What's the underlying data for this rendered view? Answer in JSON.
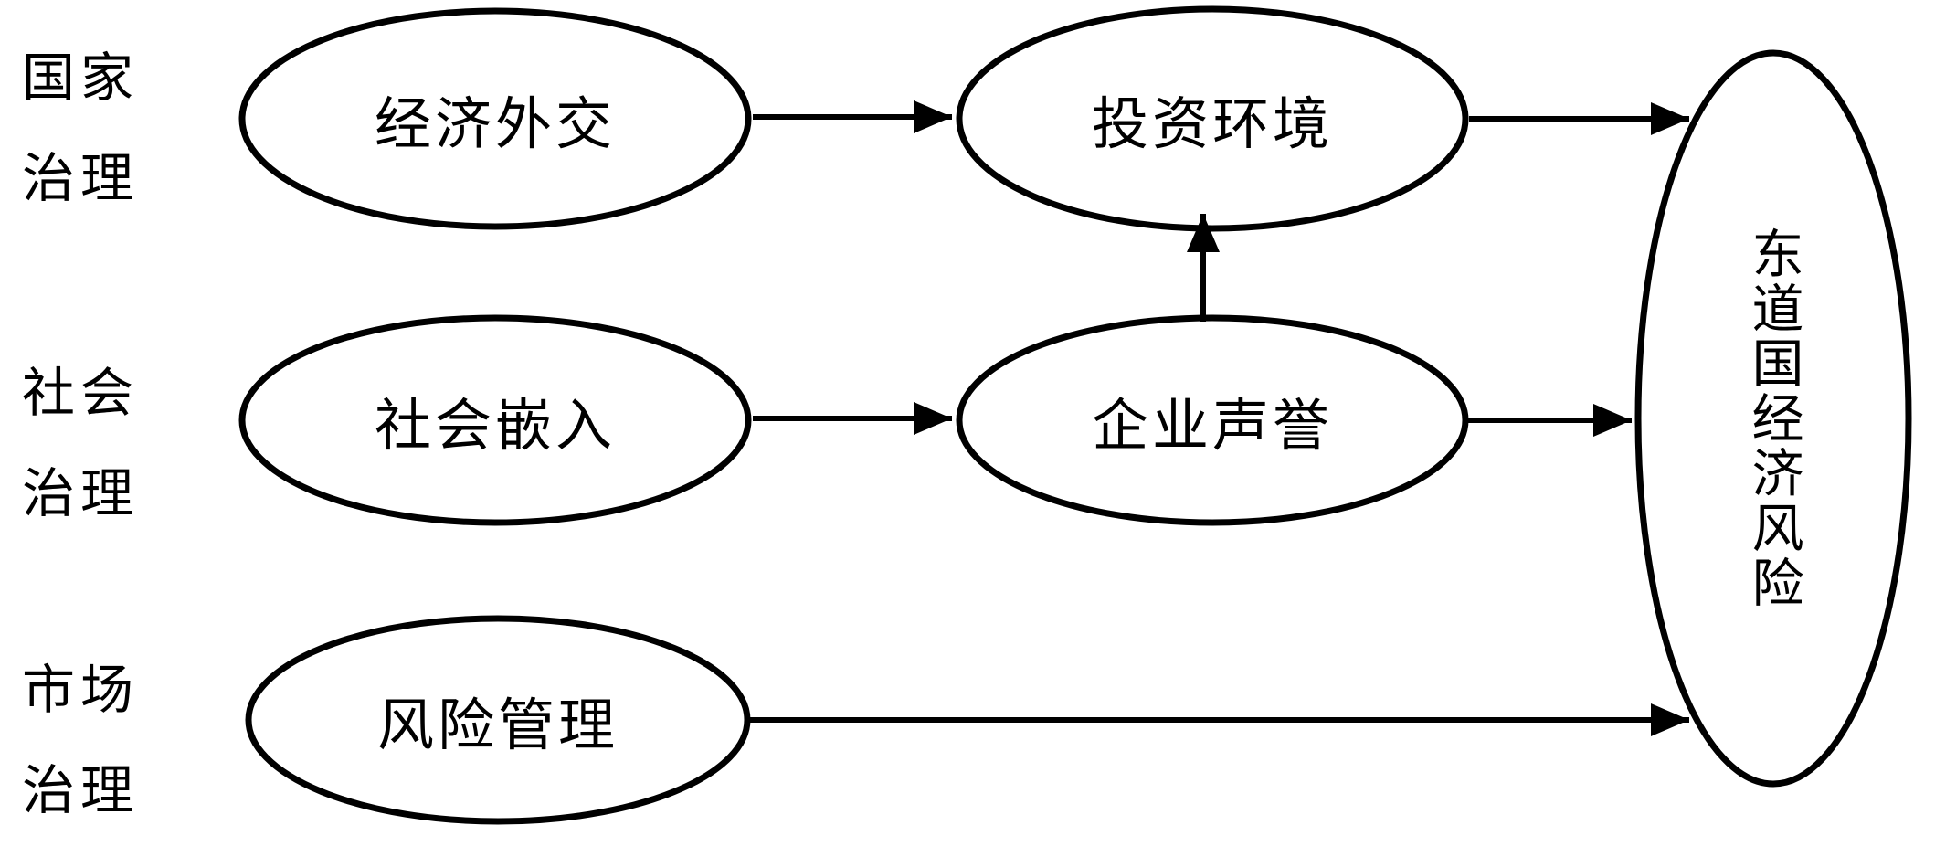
{
  "diagram": {
    "background_color": "#ffffff",
    "stroke_color": "#000000",
    "row_labels": [
      {
        "line1": "国家",
        "line2": "治理"
      },
      {
        "line1": "社会",
        "line2": "治理"
      },
      {
        "line1": "市场",
        "line2": "治理"
      }
    ],
    "nodes": {
      "economic_diplomacy": "经济外交",
      "investment_environment": "投资环境",
      "social_embedding": "社会嵌入",
      "corporate_reputation": "企业声誉",
      "risk_management": "风险管理",
      "host_country_economic_risk": "东道国经济风险"
    },
    "edges": [
      {
        "from": "经济外交",
        "to": "投资环境"
      },
      {
        "from": "社会嵌入",
        "to": "企业声誉"
      },
      {
        "from": "企业声誉",
        "to": "投资环境"
      },
      {
        "from": "投资环境",
        "to": "东道国经济风险"
      },
      {
        "from": "企业声誉",
        "to": "东道国经济风险"
      },
      {
        "from": "风险管理",
        "to": "东道国经济风险"
      }
    ]
  }
}
